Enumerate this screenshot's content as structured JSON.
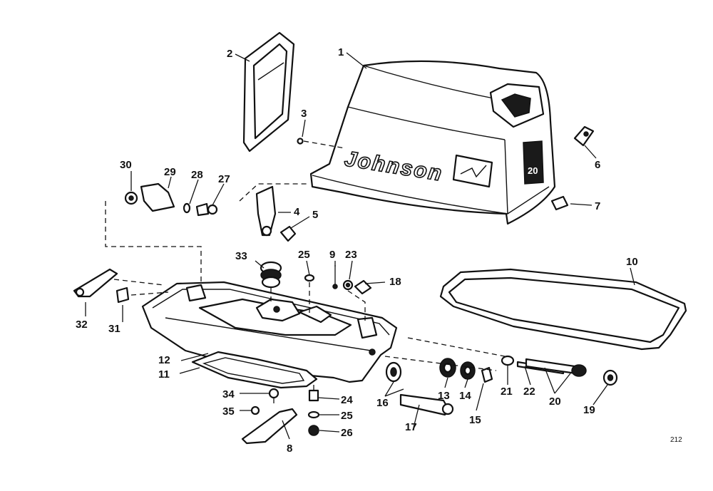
{
  "callouts": [
    "1",
    "2",
    "3",
    "4",
    "5",
    "6",
    "7",
    "8",
    "9",
    "10",
    "11",
    "12",
    "13",
    "14",
    "15",
    "16",
    "17",
    "18",
    "19",
    "20",
    "21",
    "22",
    "23",
    "24",
    "25",
    "25",
    "26",
    "27",
    "28",
    "29",
    "30",
    "31",
    "32",
    "33",
    "34",
    "35"
  ],
  "brand_text": "Johnson",
  "hood_badge": "20",
  "figure_number": "212"
}
